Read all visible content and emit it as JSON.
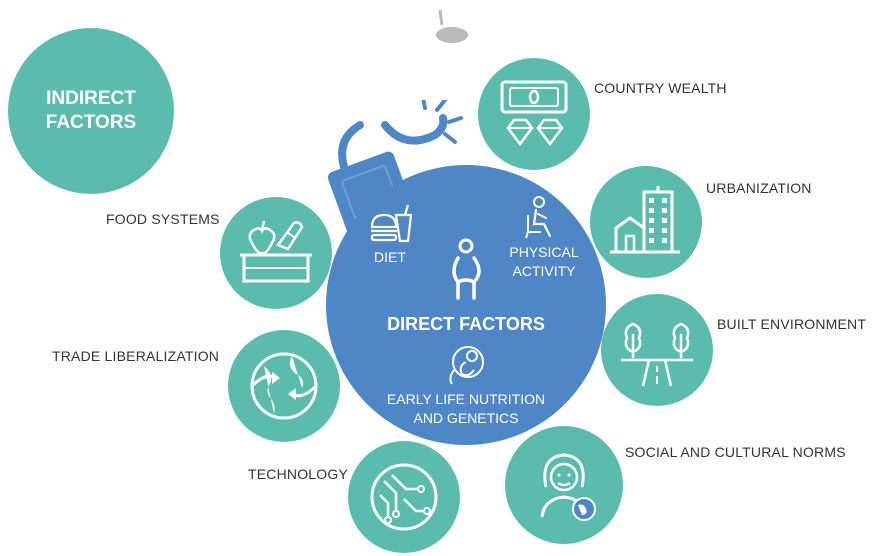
{
  "indirect": {
    "title": "INDIRECT\nFACTORS"
  },
  "direct": {
    "title": "DIRECT FACTORS",
    "diet": "DIET",
    "physical_activity": "PHYSICAL\nACTIVITY",
    "early_life": "EARLY LIFE NUTRITION\nAND GENETICS"
  },
  "factors": {
    "country_wealth": "COUNTRY WEALTH",
    "urbanization": "URBANIZATION",
    "built_environment": "BUILT ENVIRONMENT",
    "social_cultural_norms": "SOCIAL AND CULTURAL NORMS",
    "technology": "TECHNOLOGY",
    "trade_liberalization": "TRADE LIBERALIZATION",
    "food_systems": "FOOD SYSTEMS"
  },
  "colors": {
    "teal": "#5bbcad",
    "blue": "#4f86c6",
    "white": "#ffffff",
    "text": "#333333"
  }
}
